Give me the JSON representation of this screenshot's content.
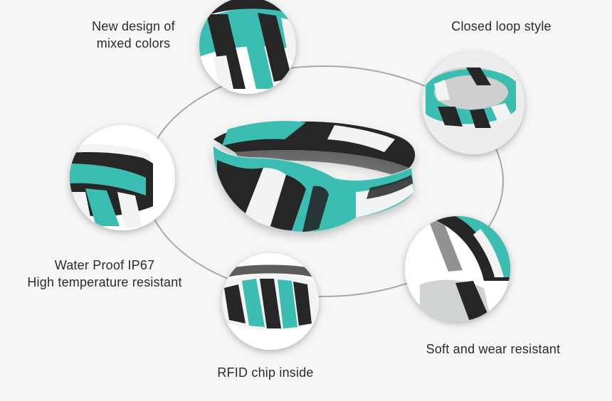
{
  "features": {
    "mixed_colors": {
      "line1": "New design of",
      "line2": "mixed colors"
    },
    "closed_loop": {
      "line1": "Closed loop style"
    },
    "water_proof": {
      "line1": "Water Proof IP67",
      "line2": "High temperature resistant"
    },
    "rfid_chip": {
      "line1": "RFID chip inside"
    },
    "soft_wear": {
      "line1": "Soft and wear resistant"
    }
  },
  "colors": {
    "background": "#f6f6f6",
    "teal": "#3bbdb2",
    "dark": "#262626",
    "white": "#f2f4f3",
    "ring": "#a9a9a9"
  }
}
